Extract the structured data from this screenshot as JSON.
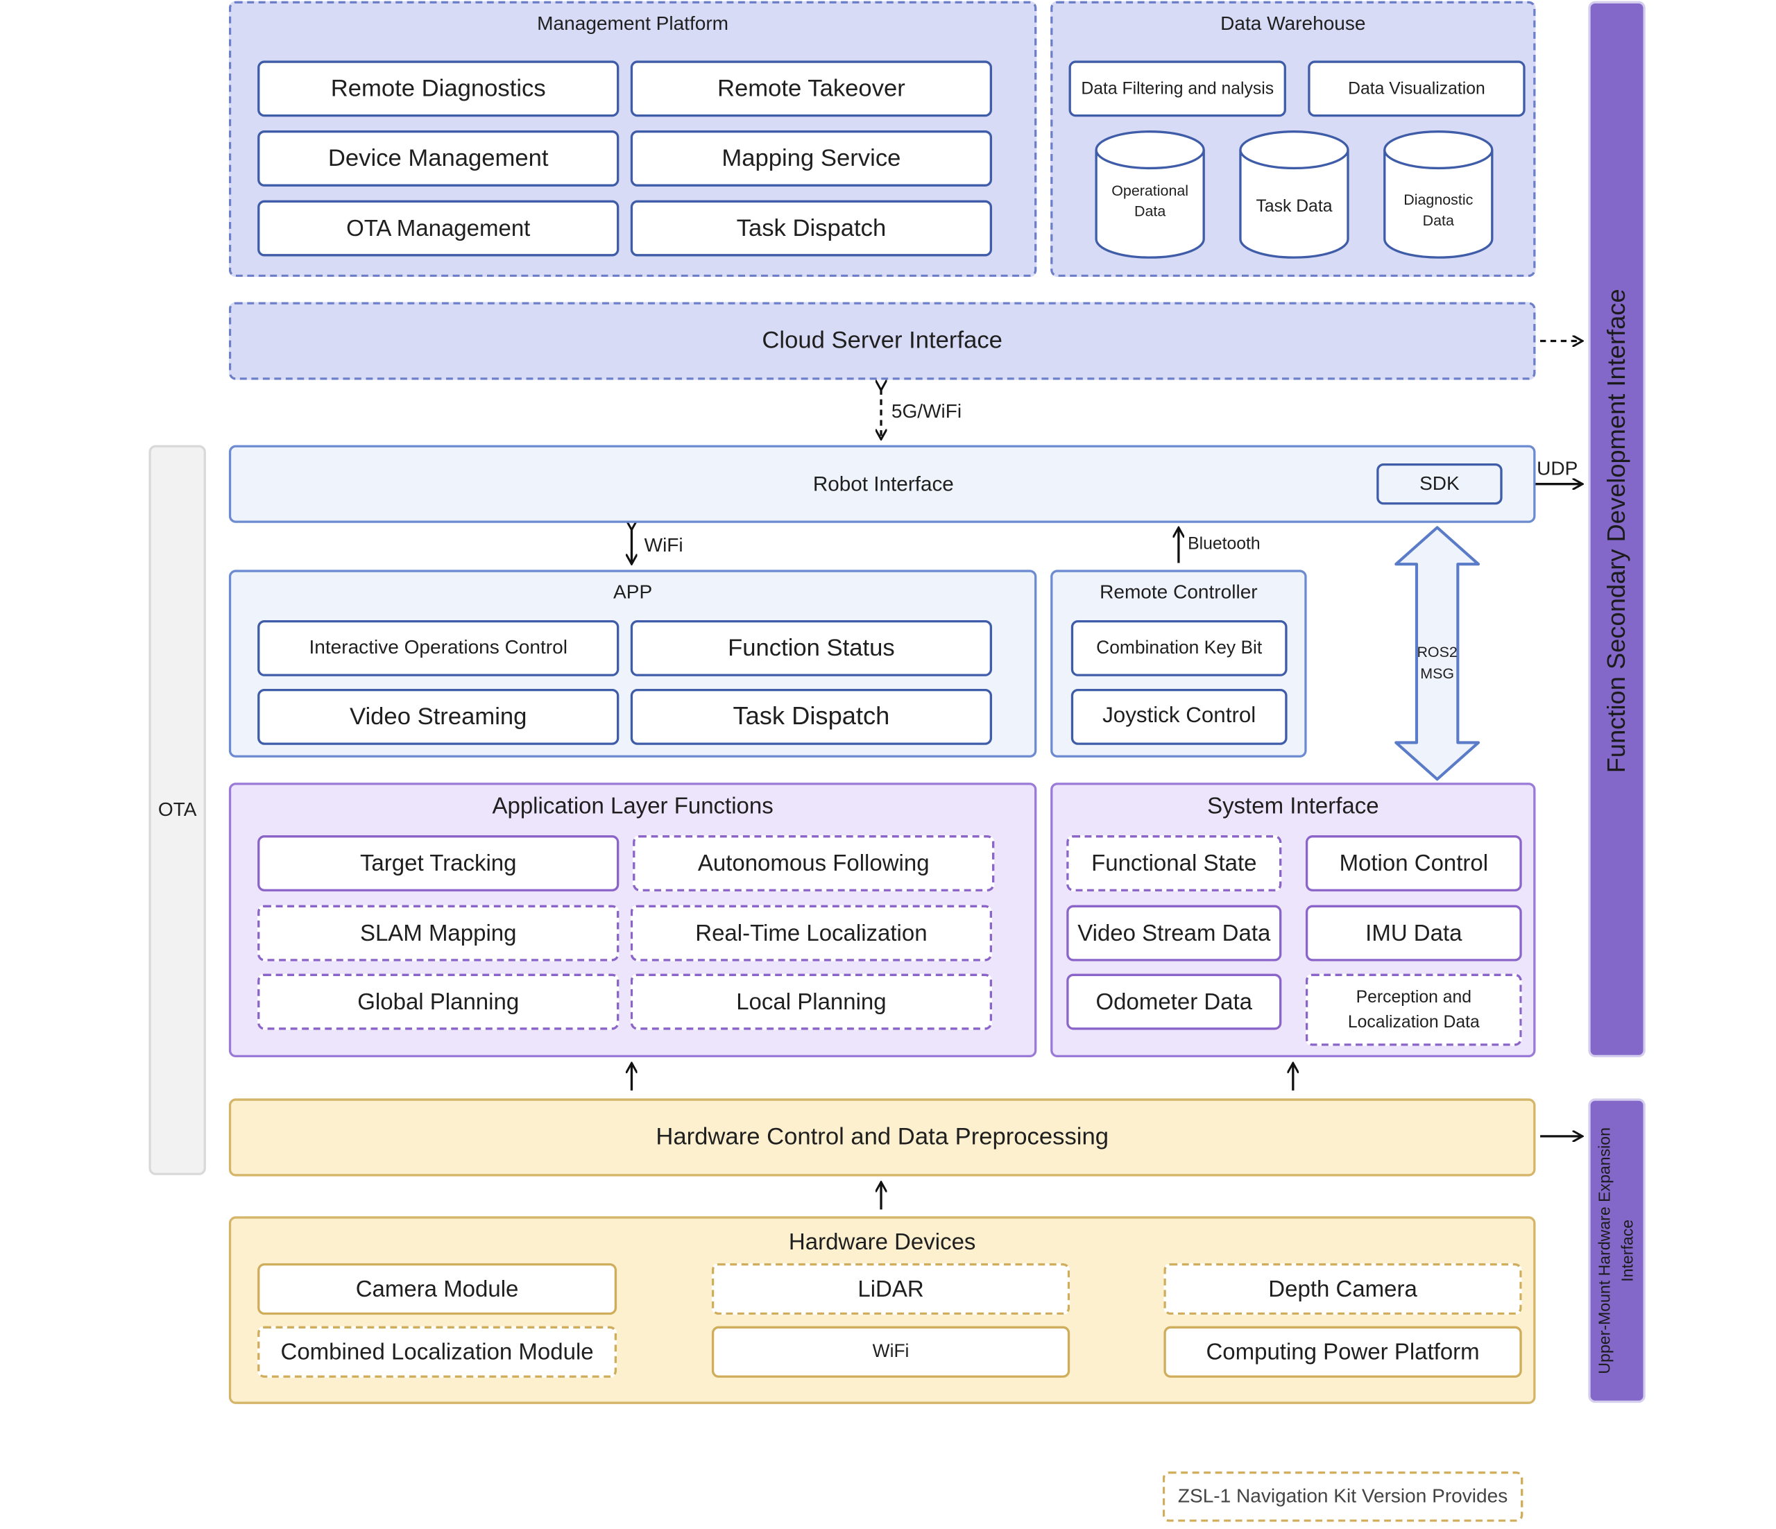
{
  "management_platform": {
    "title": "Management Platform",
    "items": [
      "Remote Diagnostics",
      "Remote Takeover",
      "Device Management",
      "Mapping Service",
      "OTA Management",
      "Task Dispatch"
    ]
  },
  "data_warehouse": {
    "title": "Data Warehouse",
    "items": [
      "Data Filtering and nalysis",
      "Data Visualization"
    ],
    "stores": [
      "Operational Data",
      "Task Data",
      "Diagnostic Data"
    ]
  },
  "cloud_server_interface": {
    "label": "Cloud Server Interface"
  },
  "link_5g": "5G/WiFi",
  "ota": {
    "label": "OTA"
  },
  "robot_interface": {
    "label": "Robot Interface",
    "sdk": "SDK",
    "udp": "UDP"
  },
  "link_wifi": "WiFi",
  "link_bluetooth": "Bluetooth",
  "ros2": "ROS2 MSG",
  "app": {
    "title": "APP",
    "items": [
      "Interactive Operations Control",
      "Function Status",
      "Video Streaming",
      "Task Dispatch"
    ]
  },
  "remote_controller": {
    "title": "Remote Controller",
    "items": [
      "Combination Key Bit",
      "Joystick Control"
    ]
  },
  "application_layer": {
    "title": "Application Layer Functions",
    "items": [
      "Target Tracking",
      "Autonomous Following",
      "SLAM Mapping",
      "Real-Time Localization",
      "Global Planning",
      "Local Planning"
    ]
  },
  "system_interface": {
    "title": "System Interface",
    "items": [
      "Functional State",
      "Motion Control",
      "Video Stream Data",
      "IMU Data",
      "Odometer Data",
      "Perception and Localization Data"
    ]
  },
  "hardware_control": {
    "label": "Hardware Control and Data Preprocessing"
  },
  "hardware_devices": {
    "title": "Hardware Devices",
    "items": [
      "Camera Module",
      "LiDAR",
      "Depth Camera",
      "Combined Localization Module",
      "WiFi",
      "Computing Power Platform"
    ]
  },
  "function_secondary": {
    "label": "Function Secondary Development Interface"
  },
  "upper_mount": {
    "label": "Upper-Mount Hardware Expansion Interface"
  },
  "legend": {
    "label": "ZSL-1 Navigation Kit Version Provides"
  },
  "colors": {
    "cloud_fill": "#d7dbf5",
    "robot_fill": "#eef3fc",
    "app_layer_fill": "#ece5fb",
    "hardware_fill": "#fcf0cf",
    "sidebar_purple": "#8468c9",
    "ota_fill": "#f2f2f2"
  }
}
